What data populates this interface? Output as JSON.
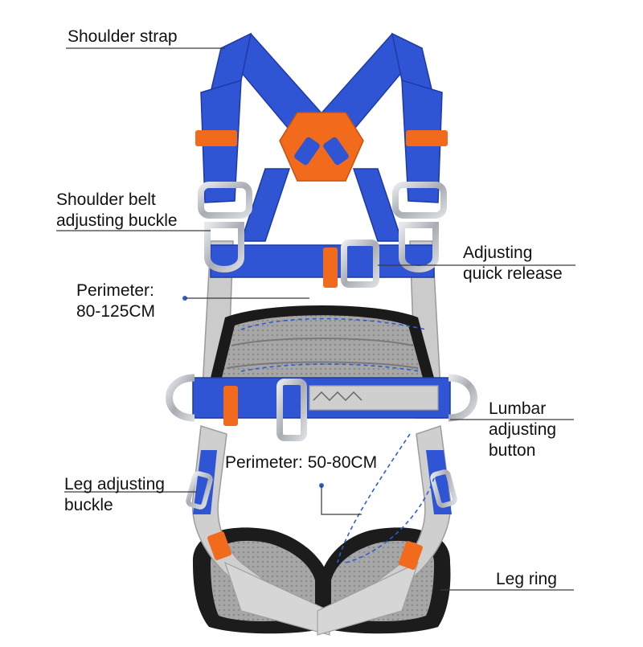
{
  "labels": {
    "shoulder_strap": "Shoulder strap",
    "shoulder_belt_line1": "Shoulder belt",
    "shoulder_belt_line2": "adjusting buckle",
    "adjusting_line1": "Adjusting",
    "adjusting_line2": "quick release",
    "perimeter_upper_line1": "Perimeter:",
    "perimeter_upper_line2": "80-125CM",
    "lumbar_line1": "Lumbar",
    "lumbar_line2": "adjusting",
    "lumbar_line3": "button",
    "perimeter_lower": "Perimeter: 50-80CM",
    "leg_buckle_line1": "Leg adjusting",
    "leg_buckle_line2": "buckle",
    "leg_ring": "Leg ring"
  },
  "colors": {
    "strap_blue": "#2f55d4",
    "strap_blue_dark": "#1d3aa6",
    "accent_orange": "#f26a1b",
    "webbing_gray": "#c9c9c9",
    "mesh_gray": "#9a9a9a",
    "padding_black": "#1a1a1a",
    "metal": "#b8bcc2",
    "pointer_line": "#3a3a3a",
    "perimeter_arrow": "#2d5fd0"
  },
  "icons": [
    "safety-harness-illustration",
    "d-ring-icon",
    "buckle-icon"
  ]
}
